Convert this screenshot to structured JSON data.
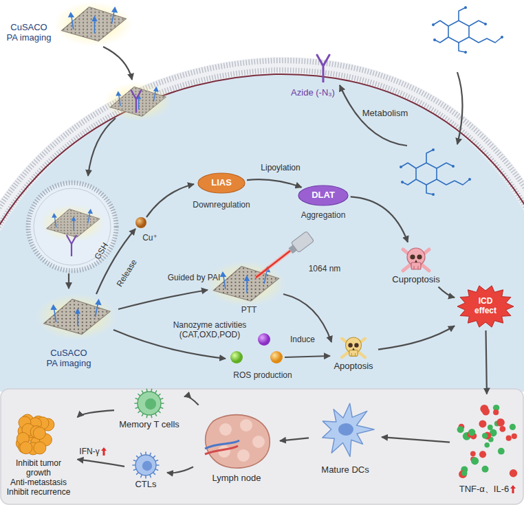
{
  "diagram": {
    "nodes": [
      {
        "text": [
          "LIAS"
        ]
      },
      {
        "text": [
          "DLAT"
        ]
      },
      {
        "text": [
          "Cuproptosis"
        ]
      },
      {
        "text": [
          "Apoptosis"
        ]
      },
      {
        "text": [
          "ICD effect"
        ]
      },
      {
        "text": [
          "TNF-α、IL-6"
        ]
      },
      {
        "text": [
          "Mature DCs"
        ]
      },
      {
        "text": [
          "Lymph node"
        ]
      },
      {
        "text": [
          "Memory T cells"
        ]
      },
      {
        "text": [
          "CTLs"
        ]
      },
      {
        "text": [
          "Inhibit tumor growth",
          "Anti-metastasis",
          "Inhibit recurrence"
        ]
      }
    ],
    "edges": [
      {
        "from": 0,
        "to": 1,
        "arrow": "to",
        "label": "Lipoylation"
      },
      {
        "from": 1,
        "to": 2,
        "arrow": "to"
      },
      {
        "from": 2,
        "to": 4,
        "arrow": "to"
      },
      {
        "from": 3,
        "to": 4,
        "arrow": "to"
      },
      {
        "from": 4,
        "to": 5,
        "arrow": "to"
      },
      {
        "from": 5,
        "to": 6,
        "arrow": "to"
      },
      {
        "from": 6,
        "to": 7,
        "arrow": "to"
      },
      {
        "from": 7,
        "to": 8,
        "arrow": "to"
      },
      {
        "from": 7,
        "to": 9,
        "arrow": "to"
      },
      {
        "from": 8,
        "to": 10,
        "arrow": "to"
      },
      {
        "from": 9,
        "to": 10,
        "arrow": "to",
        "label": "IFN-γ"
      }
    ],
    "labels": [
      "CuSACO PA imaging",
      "Azide (-N₃)",
      "Metabolism",
      "Downregulation",
      "Aggregation",
      "GSH",
      "Release",
      "Cu⁺",
      "1064 nm",
      "Guided by PAI",
      "PTT",
      "Nanozyme activities (CAT,OXD,POD)",
      "Induce",
      "ROS production",
      "CuSACO PA imaging"
    ]
  }
}
